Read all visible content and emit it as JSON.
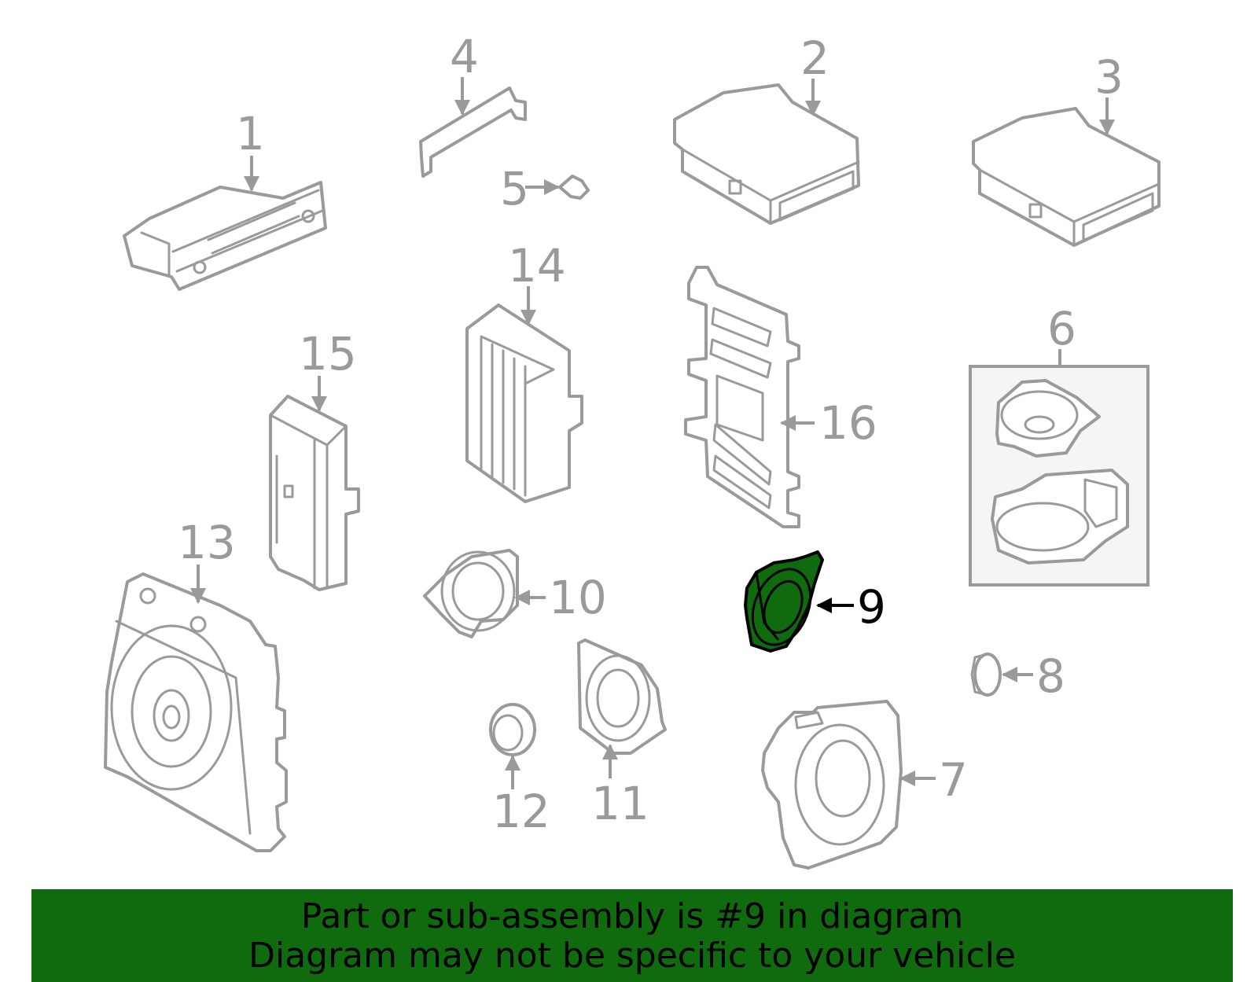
{
  "diagram": {
    "highlighted_part": "9",
    "callouts": [
      "1",
      "2",
      "3",
      "4",
      "5",
      "6",
      "7",
      "8",
      "9",
      "10",
      "11",
      "12",
      "13",
      "14",
      "15",
      "16"
    ]
  },
  "footer": {
    "line1": "Part or sub-assembly is #9 in diagram",
    "line2": "Diagram may not be specific to your vehicle"
  },
  "colors": {
    "highlight": "#0f6b0d",
    "parts": "#9a9a9a",
    "text": "#000000"
  }
}
